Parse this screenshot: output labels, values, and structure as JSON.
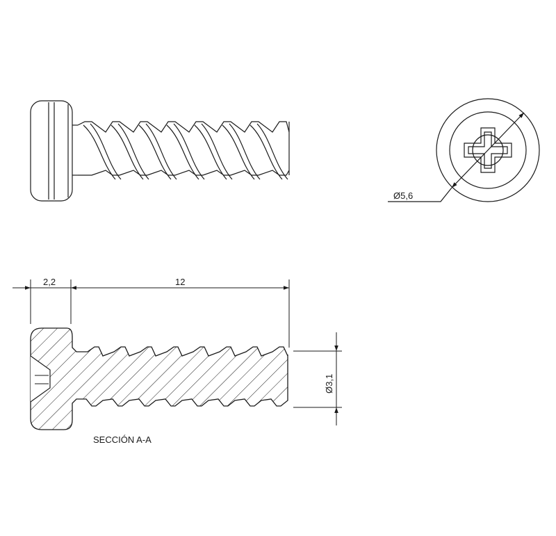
{
  "side_view": {
    "diameter_label": "Ø5,6"
  },
  "section_view": {
    "head_length_label": "2,2",
    "shank_length_label": "12",
    "shank_diameter_label": "Ø3,1",
    "caption": "SECCIÓN A-A"
  },
  "colors": {
    "line": "#1a1a1a",
    "background": "#ffffff"
  }
}
